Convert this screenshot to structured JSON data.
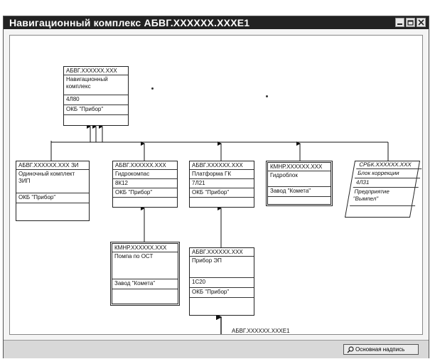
{
  "window": {
    "title": "Навигационный комплекс АБВГ.XXXXXX.XXXE1"
  },
  "nodes": {
    "root": {
      "code": "АБВГ.XXXXXX.XXX",
      "name": "Навигационный комплекс",
      "designation": "4Л80",
      "maker": "ОКБ \"Прибор\""
    },
    "zip": {
      "code": "АБВГ.XXXXXX.XXX ЗИ",
      "name": "Одиночный комплект ЗИП",
      "maker": "ОКБ \"Прибор\""
    },
    "gyro": {
      "code": "АБВГ.XXXXXX.XXX",
      "name": "Гидрокомпас",
      "designation": "8К12",
      "maker": "ОКБ \"Прибор\""
    },
    "platform": {
      "code": "АБВГ.XXXXXX.XXX",
      "name": "Платформа ГК",
      "designation": "7Л21",
      "maker": "ОКБ \"Прибор\""
    },
    "hydroblock": {
      "code": "КМНР.XXXXXX.XXX",
      "name": "Гидроблок",
      "maker": "Завод \"Комета\""
    },
    "correction": {
      "code": "СРБК.XXXXXX.XXX",
      "name": "Блок коррекции",
      "designation": "4Л31",
      "maker": "Предприятие \"Вымпел\""
    },
    "pump": {
      "code": "КМНР.XXXXXX.XXX",
      "name": "Помпа по ОСТ",
      "maker": "Завод \"Комета\""
    },
    "device": {
      "code": "АБВГ.XXXXXX.XXX",
      "name": "Прибор ЭП",
      "designation": "1С20",
      "maker": "ОКБ \"Прибор\""
    }
  },
  "reference_label": "АБВГ.XXXXXX.XXXE1",
  "statusbar": {
    "button_label": "Основная надпись"
  },
  "icons": {
    "minimize": "minimize-icon",
    "restore": "restore-icon",
    "close": "close-icon",
    "stamp": "magnifier-icon"
  }
}
